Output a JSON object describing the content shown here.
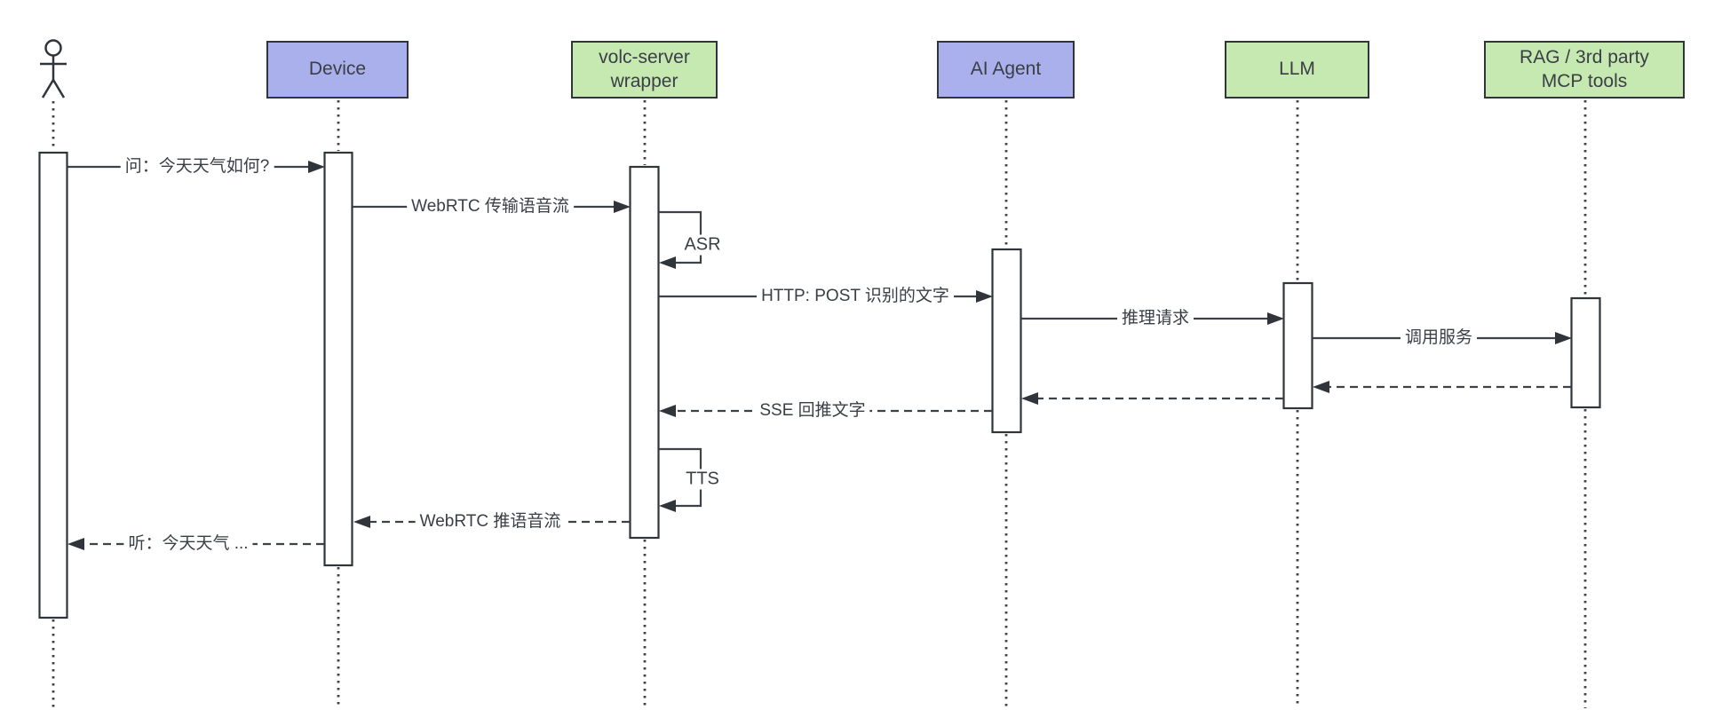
{
  "diagram": {
    "type": "uml-sequence-diagram",
    "background_color": "#ffffff",
    "colors": {
      "participant_blue_fill": "#a9b0ec",
      "participant_green_fill": "#c6e8b1",
      "shape_border": "#2f353b",
      "line": "#3d4248",
      "text": "#3a3f45"
    },
    "participants": [
      {
        "id": "user",
        "kind": "actor",
        "label": ""
      },
      {
        "id": "device",
        "kind": "box",
        "label": "Device",
        "fill": "#a9b0ec"
      },
      {
        "id": "volc",
        "kind": "box",
        "label": "volc-server\nwrapper",
        "fill": "#c6e8b1"
      },
      {
        "id": "agent",
        "kind": "box",
        "label": "AI Agent",
        "fill": "#a9b0ec"
      },
      {
        "id": "llm",
        "kind": "box",
        "label": "LLM",
        "fill": "#c6e8b1"
      },
      {
        "id": "rag",
        "kind": "box",
        "label": "RAG / 3rd party\nMCP tools",
        "fill": "#c6e8b1"
      }
    ],
    "messages": [
      {
        "label": "问：今天天气如何?",
        "from": "user",
        "to": "device",
        "style": "solid"
      },
      {
        "label": "WebRTC 传输语音流",
        "from": "device",
        "to": "volc",
        "style": "solid"
      },
      {
        "label": "ASR",
        "from": "volc",
        "to": "volc",
        "style": "solid",
        "self": true
      },
      {
        "label": "HTTP: POST 识别的文字",
        "from": "volc",
        "to": "agent",
        "style": "solid"
      },
      {
        "label": "推理请求",
        "from": "agent",
        "to": "llm",
        "style": "solid"
      },
      {
        "label": "调用服务",
        "from": "llm",
        "to": "rag",
        "style": "solid"
      },
      {
        "label": "",
        "from": "rag",
        "to": "llm",
        "style": "dashed"
      },
      {
        "label": "",
        "from": "llm",
        "to": "agent",
        "style": "dashed"
      },
      {
        "label": "SSE 回推文字",
        "from": "agent",
        "to": "volc",
        "style": "dashed"
      },
      {
        "label": "TTS",
        "from": "volc",
        "to": "volc",
        "style": "solid",
        "self": true
      },
      {
        "label": "WebRTC 推语音流",
        "from": "volc",
        "to": "device",
        "style": "dashed"
      },
      {
        "label": "听：今天天气 ...",
        "from": "device",
        "to": "user",
        "style": "dashed"
      }
    ]
  }
}
